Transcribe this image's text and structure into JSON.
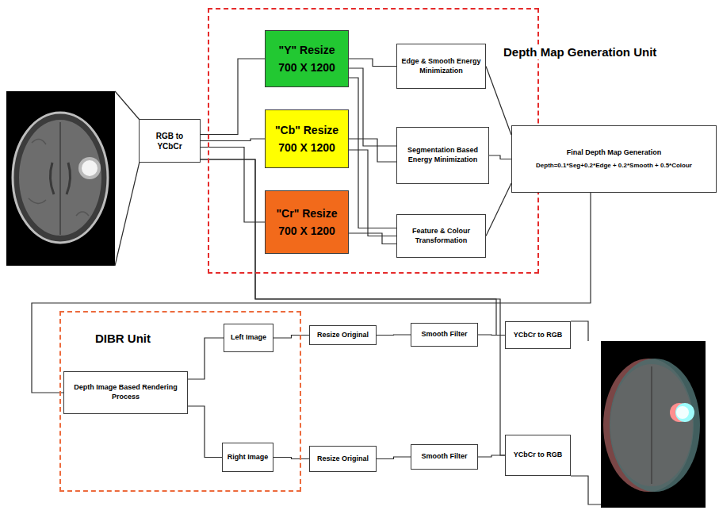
{
  "diagram": {
    "nodes": [
      {
        "text": [
          "RGB to YCbCr"
        ]
      },
      {
        "text": [
          "Depth Map Generation Unit"
        ]
      },
      {
        "text": [
          "\"Y\" Resize 700 X 1200"
        ],
        "in": 1
      },
      {
        "text": [
          "\"Cb\" Resize 700 X 1200"
        ],
        "in": 1
      },
      {
        "text": [
          "\"Cr\" Resize 700 X 1200"
        ],
        "in": 1
      },
      {
        "text": [
          "Edge & Smooth Energy Minimization"
        ],
        "in": 1
      },
      {
        "text": [
          "Segmentation Based Energy Minimization"
        ],
        "in": 1
      },
      {
        "text": [
          "Feature & Colour Transformation"
        ],
        "in": 1
      },
      {
        "text": [
          "Final Depth Map Generation",
          "Depth=0.1*Seg+0.2*Edge + 0.2*Smooth + 0.5*Colour"
        ]
      },
      {
        "text": [
          "DIBR Unit"
        ]
      },
      {
        "text": [
          "Depth Image Based Rendering Process"
        ],
        "in": 9
      },
      {
        "text": [
          "Left Image"
        ],
        "in": 9
      },
      {
        "text": [
          "Resize Original"
        ]
      },
      {
        "text": [
          "Smooth Filter"
        ]
      },
      {
        "text": [
          "YCbCr to RGB"
        ]
      },
      {
        "text": [
          "Right Image"
        ],
        "in": 9
      },
      {
        "text": [
          "Resize Original"
        ]
      },
      {
        "text": [
          "Smooth Filter"
        ]
      },
      {
        "text": [
          "YCbCr to RGB"
        ]
      }
    ],
    "edges": [
      {
        "from": 0,
        "to": 2,
        "arrow": "none"
      },
      {
        "from": 0,
        "to": 3,
        "arrow": "none"
      },
      {
        "from": 0,
        "to": 4,
        "arrow": "none"
      },
      {
        "from": 2,
        "to": 5,
        "arrow": "none"
      },
      {
        "from": 2,
        "to": 6,
        "arrow": "none"
      },
      {
        "from": 2,
        "to": 7,
        "arrow": "none"
      },
      {
        "from": 3,
        "to": 6,
        "arrow": "none"
      },
      {
        "from": 3,
        "to": 7,
        "arrow": "none"
      },
      {
        "from": 4,
        "to": 7,
        "arrow": "none"
      },
      {
        "from": 5,
        "to": 8,
        "arrow": "none"
      },
      {
        "from": 6,
        "to": 8,
        "arrow": "none"
      },
      {
        "from": 7,
        "to": 8,
        "arrow": "none"
      },
      {
        "from": 8,
        "to": 10,
        "arrow": "none"
      },
      {
        "from": 0,
        "to": 14,
        "arrow": "none"
      },
      {
        "from": 0,
        "to": 18,
        "arrow": "none"
      },
      {
        "from": 10,
        "to": 11,
        "arrow": "none"
      },
      {
        "from": 10,
        "to": 15,
        "arrow": "none"
      },
      {
        "from": 11,
        "to": 12,
        "arrow": "none"
      },
      {
        "from": 12,
        "to": 13,
        "arrow": "none"
      },
      {
        "from": 13,
        "to": 14,
        "arrow": "none"
      },
      {
        "from": 15,
        "to": 16,
        "arrow": "none"
      },
      {
        "from": 16,
        "to": 17,
        "arrow": "none"
      },
      {
        "from": 17,
        "to": 18,
        "arrow": "none"
      }
    ]
  }
}
